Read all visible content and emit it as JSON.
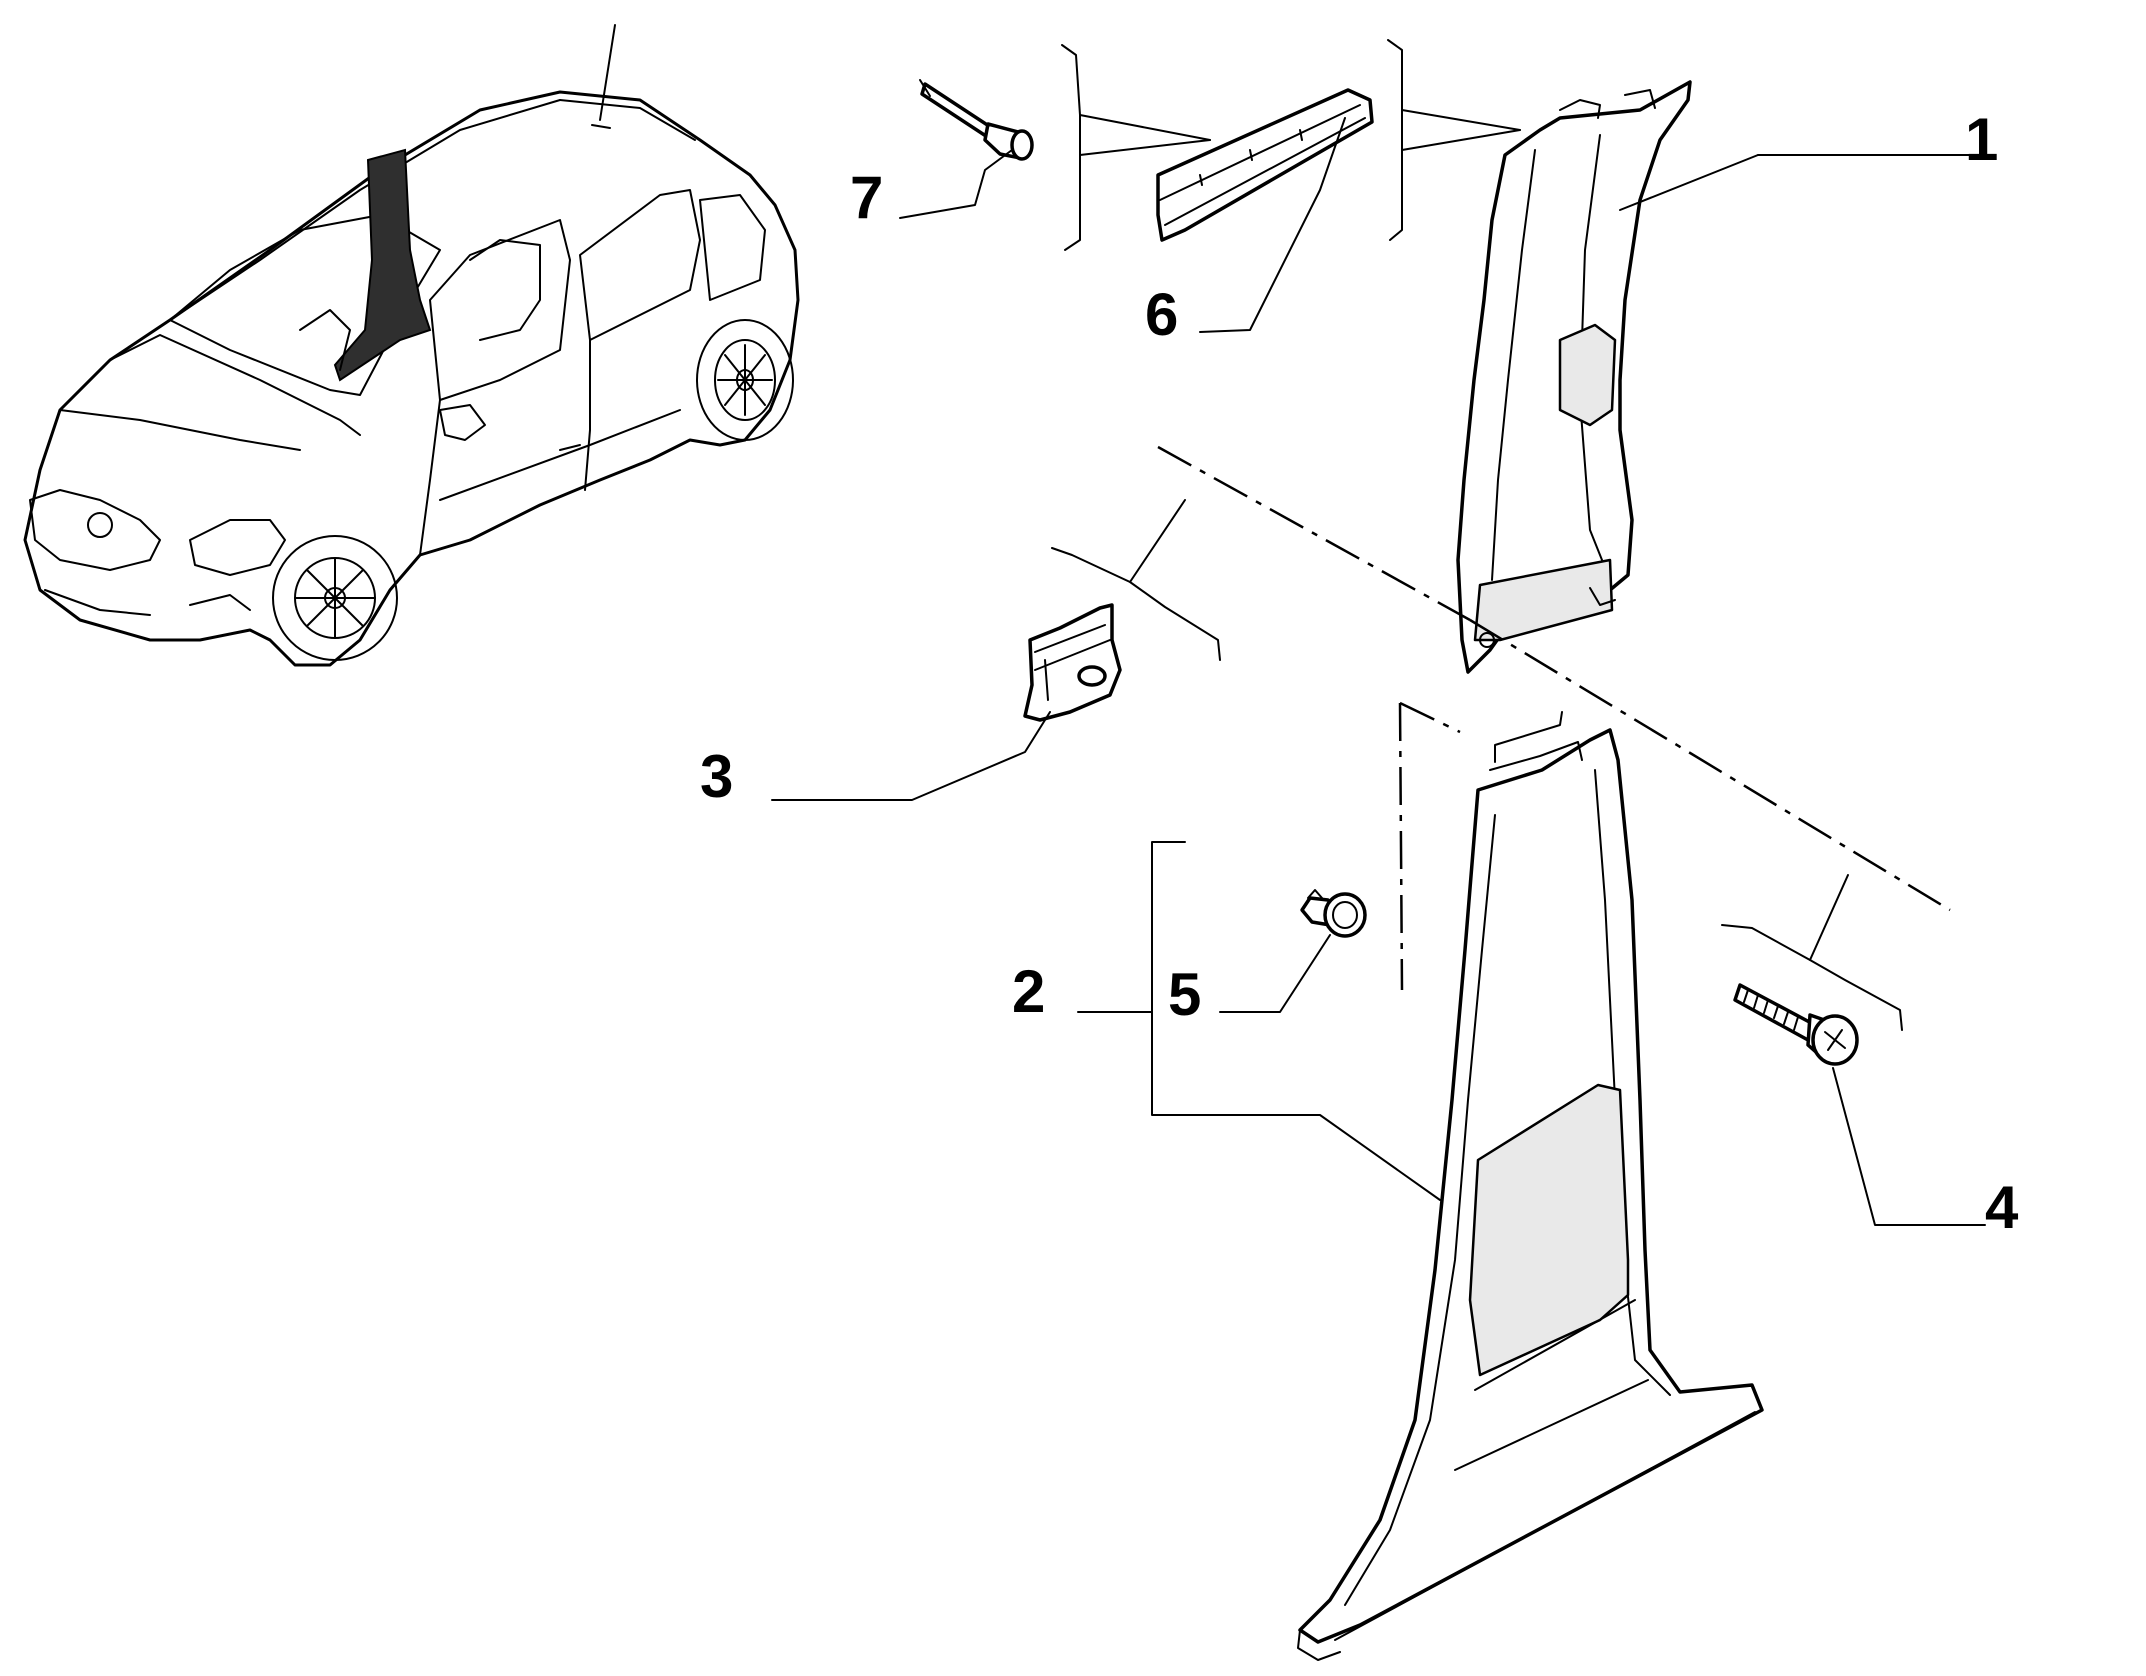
{
  "callouts": {
    "c1": "1",
    "c2": "2",
    "c3": "3",
    "c4": "4",
    "c5": "5",
    "c6": "6",
    "c7": "7"
  },
  "colors": {
    "line": "#000000",
    "background": "#ffffff",
    "highlight": "#2f2f2f"
  }
}
